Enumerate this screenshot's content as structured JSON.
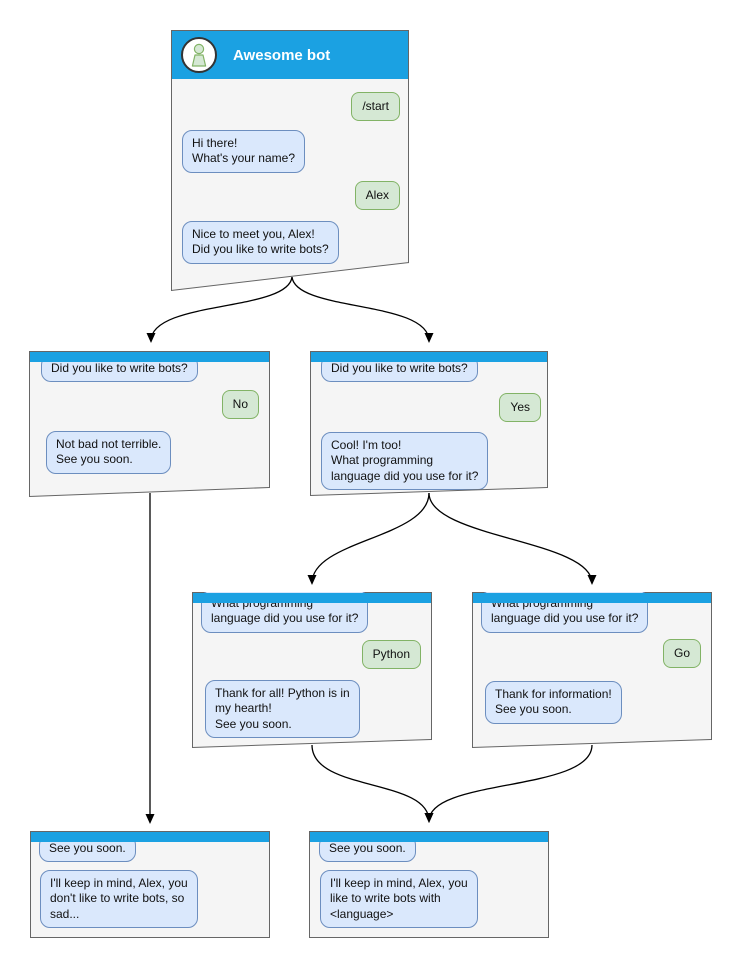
{
  "diagram": {
    "name": "chat-bot-conversation-flow",
    "colors": {
      "titlebar_blue": "#1ba1e2",
      "bot_bubble_fill": "#dae8fc",
      "bot_bubble_border": "#6c8ebf",
      "user_bubble_fill": "#d5e8d4",
      "user_bubble_border": "#82b366",
      "window_fill": "#f5f5f5",
      "window_border": "#666666",
      "arrow": "#000000",
      "title_text": "#ffffff"
    }
  },
  "windows": {
    "start": {
      "title": "Awesome bot",
      "messages": [
        {
          "from": "user",
          "text": "/start"
        },
        {
          "from": "bot",
          "text": "Hi there!\nWhat's your name?"
        },
        {
          "from": "user",
          "text": "Alex"
        },
        {
          "from": "bot",
          "text": "Nice to meet you, Alex!\nDid you like to write bots?"
        }
      ]
    },
    "branch_no": {
      "messages": [
        {
          "from": "bot",
          "text": "Did you like to write bots?"
        },
        {
          "from": "user",
          "text": "No"
        },
        {
          "from": "bot",
          "text": "Not bad not terrible.\nSee you soon."
        }
      ]
    },
    "branch_yes": {
      "messages": [
        {
          "from": "bot",
          "text": "Did you like to write bots?"
        },
        {
          "from": "user",
          "text": "Yes"
        },
        {
          "from": "bot",
          "text": "Cool! I'm too!\nWhat programming\nlanguage did you use for it?"
        }
      ]
    },
    "branch_python": {
      "messages": [
        {
          "from": "bot",
          "text": "What programming\nlanguage did you use for it?"
        },
        {
          "from": "user",
          "text": "Python"
        },
        {
          "from": "bot",
          "text": "Thank for all! Python is in\nmy hearth!\nSee you soon."
        }
      ]
    },
    "branch_go": {
      "messages": [
        {
          "from": "bot",
          "text": "What programming\nlanguage did you use for it?"
        },
        {
          "from": "user",
          "text": "Go"
        },
        {
          "from": "bot",
          "text": "Thank for information!\nSee you soon."
        }
      ]
    },
    "end_no": {
      "messages": [
        {
          "from": "bot",
          "text": "See you soon."
        },
        {
          "from": "bot",
          "text": "I'll keep in mind, Alex, you\ndon't like to write bots, so\nsad..."
        }
      ]
    },
    "end_yes": {
      "messages": [
        {
          "from": "bot",
          "text": "See you soon."
        },
        {
          "from": "bot",
          "text": "I'll keep in mind, Alex, you\nlike to write bots with\n<language>"
        }
      ]
    }
  },
  "edges": [
    {
      "from": "start",
      "to": "branch_no"
    },
    {
      "from": "start",
      "to": "branch_yes"
    },
    {
      "from": "branch_no",
      "to": "end_no"
    },
    {
      "from": "branch_yes",
      "to": "branch_python"
    },
    {
      "from": "branch_yes",
      "to": "branch_go"
    },
    {
      "from": "branch_python",
      "to": "end_yes"
    },
    {
      "from": "branch_go",
      "to": "end_yes"
    }
  ]
}
